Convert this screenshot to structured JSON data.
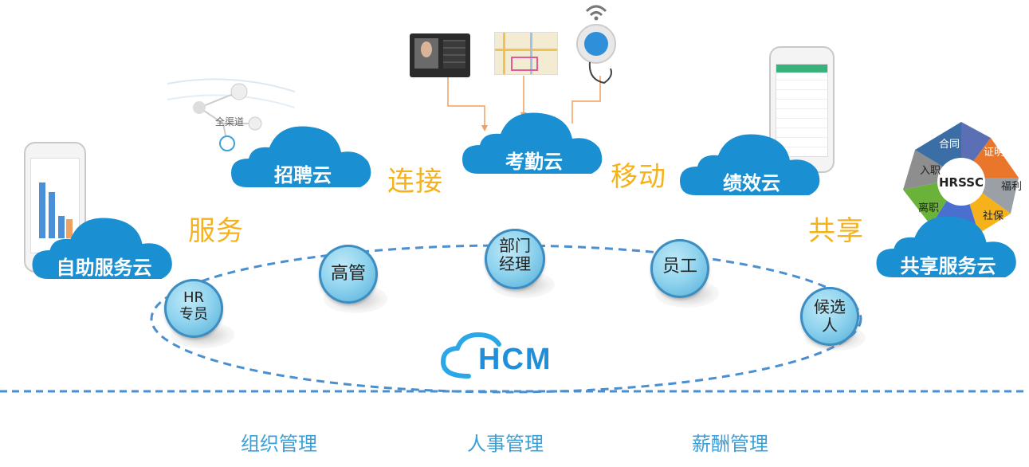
{
  "clouds": {
    "recruit": "招聘云",
    "attendance": "考勤云",
    "performance": "绩效云",
    "self_service": "自助服务云",
    "shared_service": "共享服务云"
  },
  "connectors": {
    "service": "服务",
    "connect": "连接",
    "mobile": "移动",
    "share": "共享"
  },
  "nodes": {
    "hr": [
      "HR",
      "专员"
    ],
    "exec": "高管",
    "dept": [
      "部门",
      "经理"
    ],
    "staff": "员工",
    "candidate": [
      "候选",
      "人"
    ]
  },
  "logo": "HCM",
  "bottom": {
    "org": "组织管理",
    "personnel": "人事管理",
    "payroll": "薪酬管理"
  },
  "recruit_graphic": {
    "center": "全渠道"
  },
  "hrssc": {
    "center": "HRSSC",
    "segments": [
      "合同",
      "证明",
      "福利",
      "社保",
      "离职",
      "入职"
    ]
  },
  "colors": {
    "cloud": "#1a8fd1",
    "connector": "#f5b21a",
    "dashed": "#4a8fcf",
    "bottom_text": "#3b9fd8"
  }
}
